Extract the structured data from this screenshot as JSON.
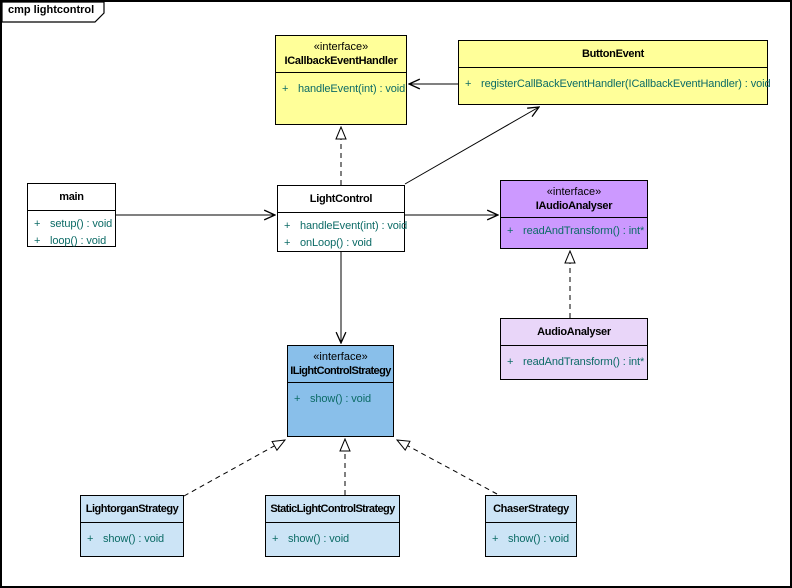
{
  "frame": {
    "label": "cmp lightcontrol"
  },
  "colors": {
    "yellow": "#FFFF99",
    "purple": "#CC99FF",
    "light_purple": "#E9D6F9",
    "blue": "#89BFEA",
    "light_blue": "#CCE4F6",
    "white": "#FFFFFF",
    "border": "#000000",
    "method_text": "#0C6B66"
  },
  "nodes": {
    "icallback": {
      "stereotype": "«interface»",
      "name": "ICallbackEventHandler",
      "methods": [
        {
          "visibility": "+",
          "signature": "handleEvent(int) : void"
        }
      ]
    },
    "buttonevent": {
      "name": "ButtonEvent",
      "methods": [
        {
          "visibility": "+",
          "signature": "registerCallBackEventHandler(ICallbackEventHandler) : void"
        }
      ]
    },
    "main": {
      "name": "main",
      "methods": [
        {
          "visibility": "+",
          "signature": "setup() : void"
        },
        {
          "visibility": "+",
          "signature": "loop() : void"
        }
      ]
    },
    "lightcontrol": {
      "name": "LightControl",
      "methods": [
        {
          "visibility": "+",
          "signature": "handleEvent(int) : void"
        },
        {
          "visibility": "+",
          "signature": "onLoop() : void"
        }
      ]
    },
    "iaudio": {
      "stereotype": "«interface»",
      "name": "IAudioAnalyser",
      "methods": [
        {
          "visibility": "+",
          "signature": "readAndTransform() : int*"
        }
      ]
    },
    "audio": {
      "name": "AudioAnalyser",
      "methods": [
        {
          "visibility": "+",
          "signature": "readAndTransform() : int*"
        }
      ]
    },
    "istrategy": {
      "stereotype": "«interface»",
      "name": "ILightControlStrategy",
      "methods": [
        {
          "visibility": "+",
          "signature": "show() : void"
        }
      ]
    },
    "lightorgan": {
      "name": "LightorganStrategy",
      "methods": [
        {
          "visibility": "+",
          "signature": "show() : void"
        }
      ]
    },
    "staticstrategy": {
      "name": "StaticLightControlStrategy",
      "methods": [
        {
          "visibility": "+",
          "signature": "show() : void"
        }
      ]
    },
    "chaser": {
      "name": "ChaserStrategy",
      "methods": [
        {
          "visibility": "+",
          "signature": "show() : void"
        }
      ]
    }
  },
  "relationships": [
    {
      "from": "ButtonEvent",
      "to": "ICallbackEventHandler",
      "type": "association-arrow"
    },
    {
      "from": "LightControl",
      "to": "ICallbackEventHandler",
      "type": "realization"
    },
    {
      "from": "main",
      "to": "LightControl",
      "type": "association-arrow"
    },
    {
      "from": "LightControl",
      "to": "ButtonEvent",
      "type": "association-arrow"
    },
    {
      "from": "LightControl",
      "to": "IAudioAnalyser",
      "type": "association-arrow"
    },
    {
      "from": "AudioAnalyser",
      "to": "IAudioAnalyser",
      "type": "realization"
    },
    {
      "from": "LightControl",
      "to": "ILightControlStrategy",
      "type": "association-arrow"
    },
    {
      "from": "LightorganStrategy",
      "to": "ILightControlStrategy",
      "type": "realization"
    },
    {
      "from": "StaticLightControlStrategy",
      "to": "ILightControlStrategy",
      "type": "realization"
    },
    {
      "from": "ChaserStrategy",
      "to": "ILightControlStrategy",
      "type": "realization"
    }
  ]
}
